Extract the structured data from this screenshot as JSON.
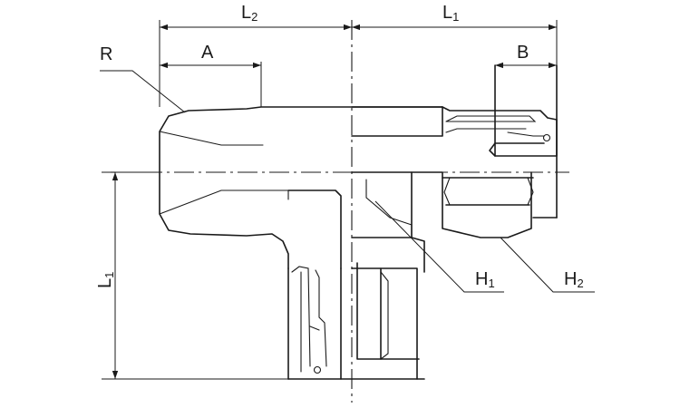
{
  "labels": {
    "L2": {
      "main": "L",
      "sub": "2"
    },
    "L1_top": {
      "main": "L",
      "sub": "1"
    },
    "L1_side": {
      "main": "L",
      "sub": "1"
    },
    "A": "A",
    "B": "B",
    "R": "R",
    "H1": {
      "main": "H",
      "sub": "1"
    },
    "H2": {
      "main": "H",
      "sub": "2"
    }
  }
}
